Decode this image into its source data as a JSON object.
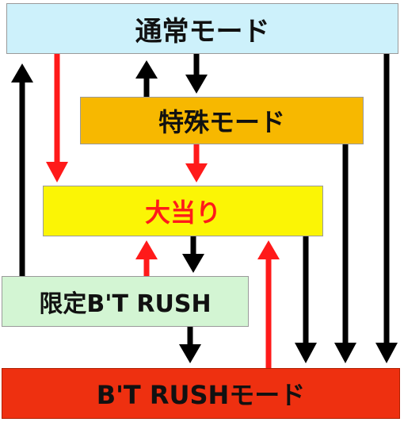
{
  "nodes": {
    "normal_mode": "通常モード",
    "special_mode": "特殊モード",
    "jackpot": "大当り",
    "limited_bt_rush": "限定B'T RUSH",
    "bt_rush_mode": "B'T RUSHモード"
  },
  "colors": {
    "normal_bg": "#cdf1fb",
    "special_bg": "#f7b800",
    "jackpot_bg": "#fbf505",
    "jackpot_text": "#ff1a1a",
    "limited_bg": "#d3f5d3",
    "rush_bg": "#ee3010",
    "arrow_black": "#000000",
    "arrow_red": "#ff1a1a"
  }
}
